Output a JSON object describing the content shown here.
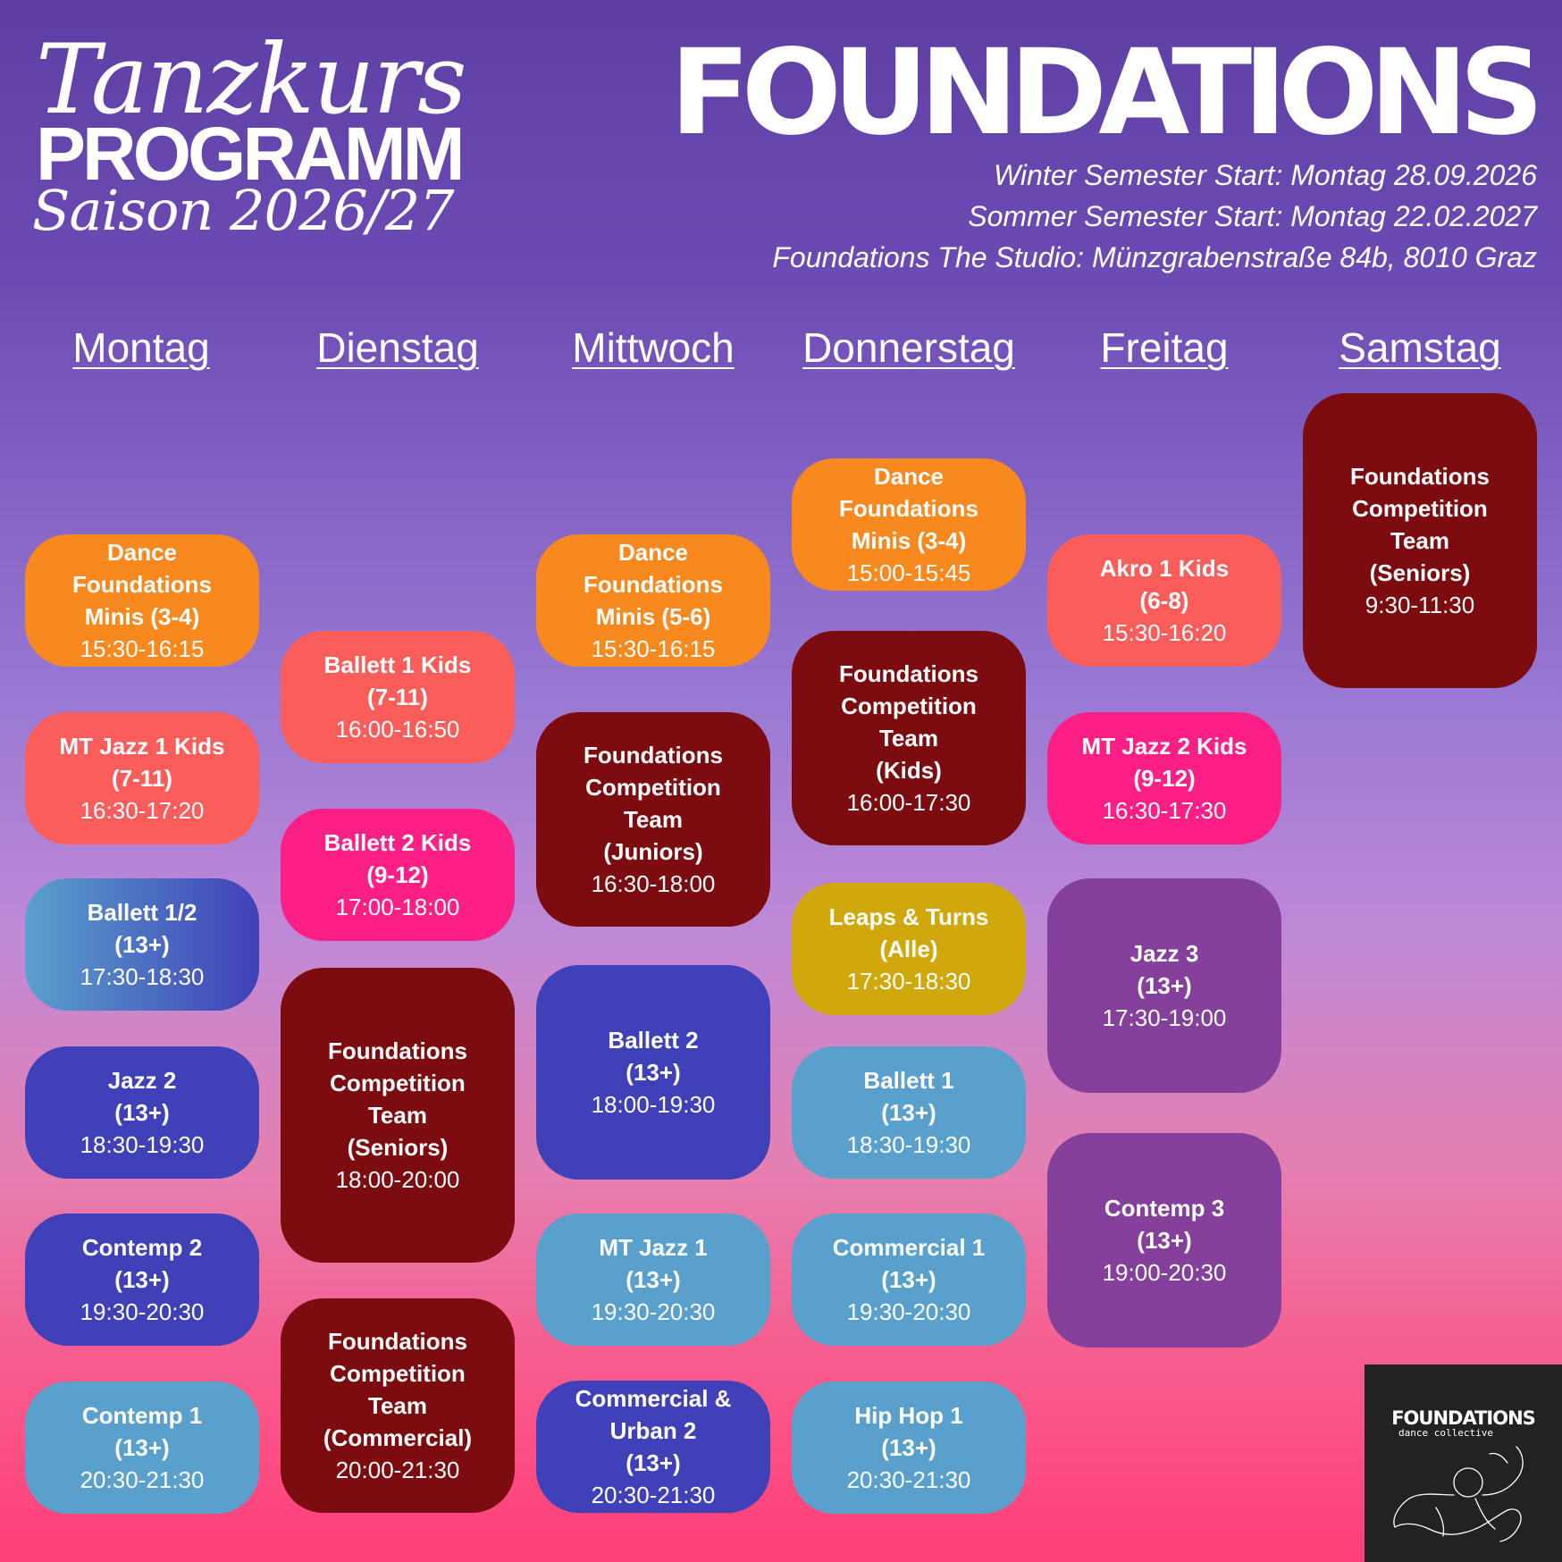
{
  "header": {
    "tanzkurs": "Tanzkurs",
    "programm": "PROGRAMM",
    "saison": "Saison 2026/27",
    "brand": "FOUNDATIONS",
    "winter": "Winter Semester Start: Montag 28.09.2026",
    "sommer": "Sommer Semester Start: Montag 22.02.2027",
    "studio": "Foundations The Studio: Münzgrabenstraße 84b, 8010 Graz"
  },
  "days": [
    "Montag",
    "Dienstag",
    "Mittwoch",
    "Donnerstag",
    "Freitag",
    "Samstag"
  ],
  "colors": {
    "orange": "#f7891f",
    "coral": "#fb5d5b",
    "pink": "#fb1f86",
    "maroon": "#7c0c0f",
    "blue_light": "#5aa0cc",
    "blue_dark": "#4040b8",
    "purple": "#84409a",
    "gold": "#d1a80c"
  },
  "classes": {
    "montag": [
      {
        "title": "Dance\nFoundations\nMinis (3-4)",
        "time": "15:30-16:15",
        "color": "orange"
      },
      {
        "title": "MT Jazz 1 Kids\n(7-11)",
        "time": "16:30-17:20",
        "color": "coral"
      },
      {
        "title": "Ballett 1/2\n(13+)",
        "time": "17:30-18:30",
        "color": "blue_light"
      },
      {
        "title": "Jazz 2\n(13+)",
        "time": "18:30-19:30",
        "color": "blue_dark"
      },
      {
        "title": "Contemp 2\n(13+)",
        "time": "19:30-20:30",
        "color": "blue_dark"
      },
      {
        "title": "Contemp 1\n(13+)",
        "time": "20:30-21:30",
        "color": "blue_light"
      }
    ],
    "dienstag": [
      {
        "title": "Ballett 1 Kids\n(7-11)",
        "time": "16:00-16:50",
        "color": "coral"
      },
      {
        "title": "Ballett 2 Kids\n(9-12)",
        "time": "17:00-18:00",
        "color": "pink"
      },
      {
        "title": "Foundations\nCompetition\nTeam\n(Seniors)",
        "time": "18:00-20:00",
        "color": "maroon"
      },
      {
        "title": "Foundations\nCompetition\nTeam\n(Commercial)",
        "time": "20:00-21:30",
        "color": "maroon"
      }
    ],
    "mittwoch": [
      {
        "title": "Dance\nFoundations\nMinis (5-6)",
        "time": "15:30-16:15",
        "color": "orange"
      },
      {
        "title": "Foundations\nCompetition\nTeam\n(Juniors)",
        "time": "16:30-18:00",
        "color": "maroon"
      },
      {
        "title": "Ballett 2\n(13+)",
        "time": "18:00-19:30",
        "color": "blue_dark"
      },
      {
        "title": "MT Jazz 1\n(13+)",
        "time": "19:30-20:30",
        "color": "blue_light"
      },
      {
        "title": "Commercial &\nUrban 2\n(13+)",
        "time": "20:30-21:30",
        "color": "blue_dark"
      }
    ],
    "donnerstag": [
      {
        "title": "Dance\nFoundations\nMinis (3-4)",
        "time": "15:00-15:45",
        "color": "orange"
      },
      {
        "title": "Foundations\nCompetition\nTeam\n(Kids)",
        "time": "16:00-17:30",
        "color": "maroon"
      },
      {
        "title": "Leaps & Turns\n(Alle)",
        "time": "17:30-18:30",
        "color": "gold"
      },
      {
        "title": "Ballett 1\n(13+)",
        "time": "18:30-19:30",
        "color": "blue_light"
      },
      {
        "title": "Commercial 1\n(13+)",
        "time": "19:30-20:30",
        "color": "blue_light"
      },
      {
        "title": "Hip Hop 1\n(13+)",
        "time": "20:30-21:30",
        "color": "blue_light"
      }
    ],
    "freitag": [
      {
        "title": "Akro 1 Kids\n(6-8)",
        "time": "15:30-16:20",
        "color": "coral"
      },
      {
        "title": "MT Jazz 2 Kids\n(9-12)",
        "time": "16:30-17:30",
        "color": "pink"
      },
      {
        "title": "Jazz 3\n(13+)",
        "time": "17:30-19:00",
        "color": "purple"
      },
      {
        "title": "Contemp 3\n(13+)",
        "time": "19:00-20:30",
        "color": "purple"
      }
    ],
    "samstag": [
      {
        "title": "Foundations\nCompetition\nTeam\n(Seniors)",
        "time": "9:30-11:30",
        "color": "maroon"
      }
    ]
  },
  "logo": {
    "brand": "FOUNDATIONS",
    "sub": "dance collective"
  }
}
